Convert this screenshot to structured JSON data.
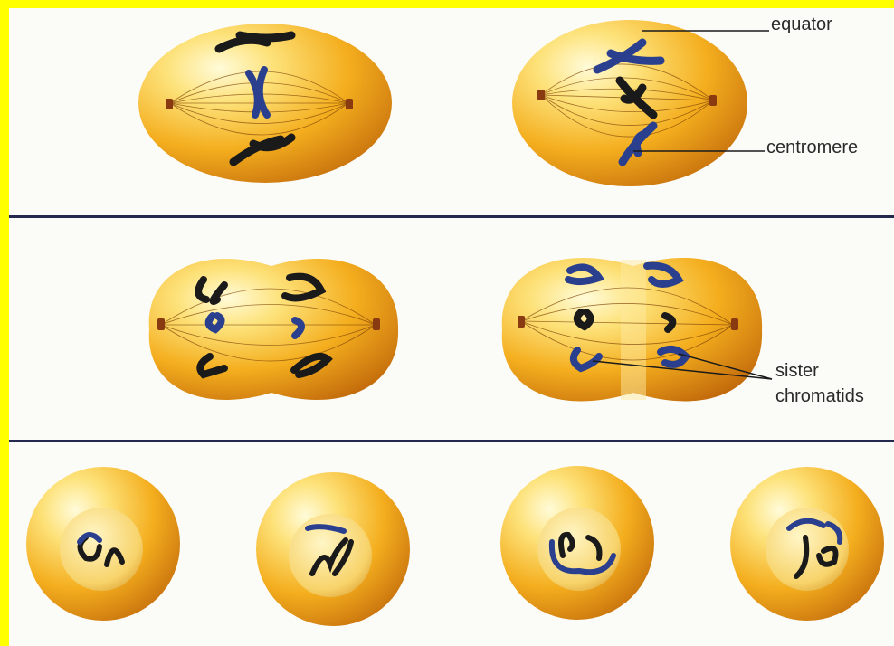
{
  "figure": {
    "labels": {
      "equator": "equator",
      "centromere": "centromere",
      "sister": "sister",
      "chromatids": "chromatids"
    },
    "colors": {
      "cell_light": "#fff4a8",
      "cell_mid": "#f6b81f",
      "cell_dark": "#c9740c",
      "chromosome_black": "#1a1a1a",
      "chromosome_blue": "#2b3f8f",
      "divider": "#23284f",
      "background": "#fbfbf8",
      "border": "#ffff00"
    }
  }
}
